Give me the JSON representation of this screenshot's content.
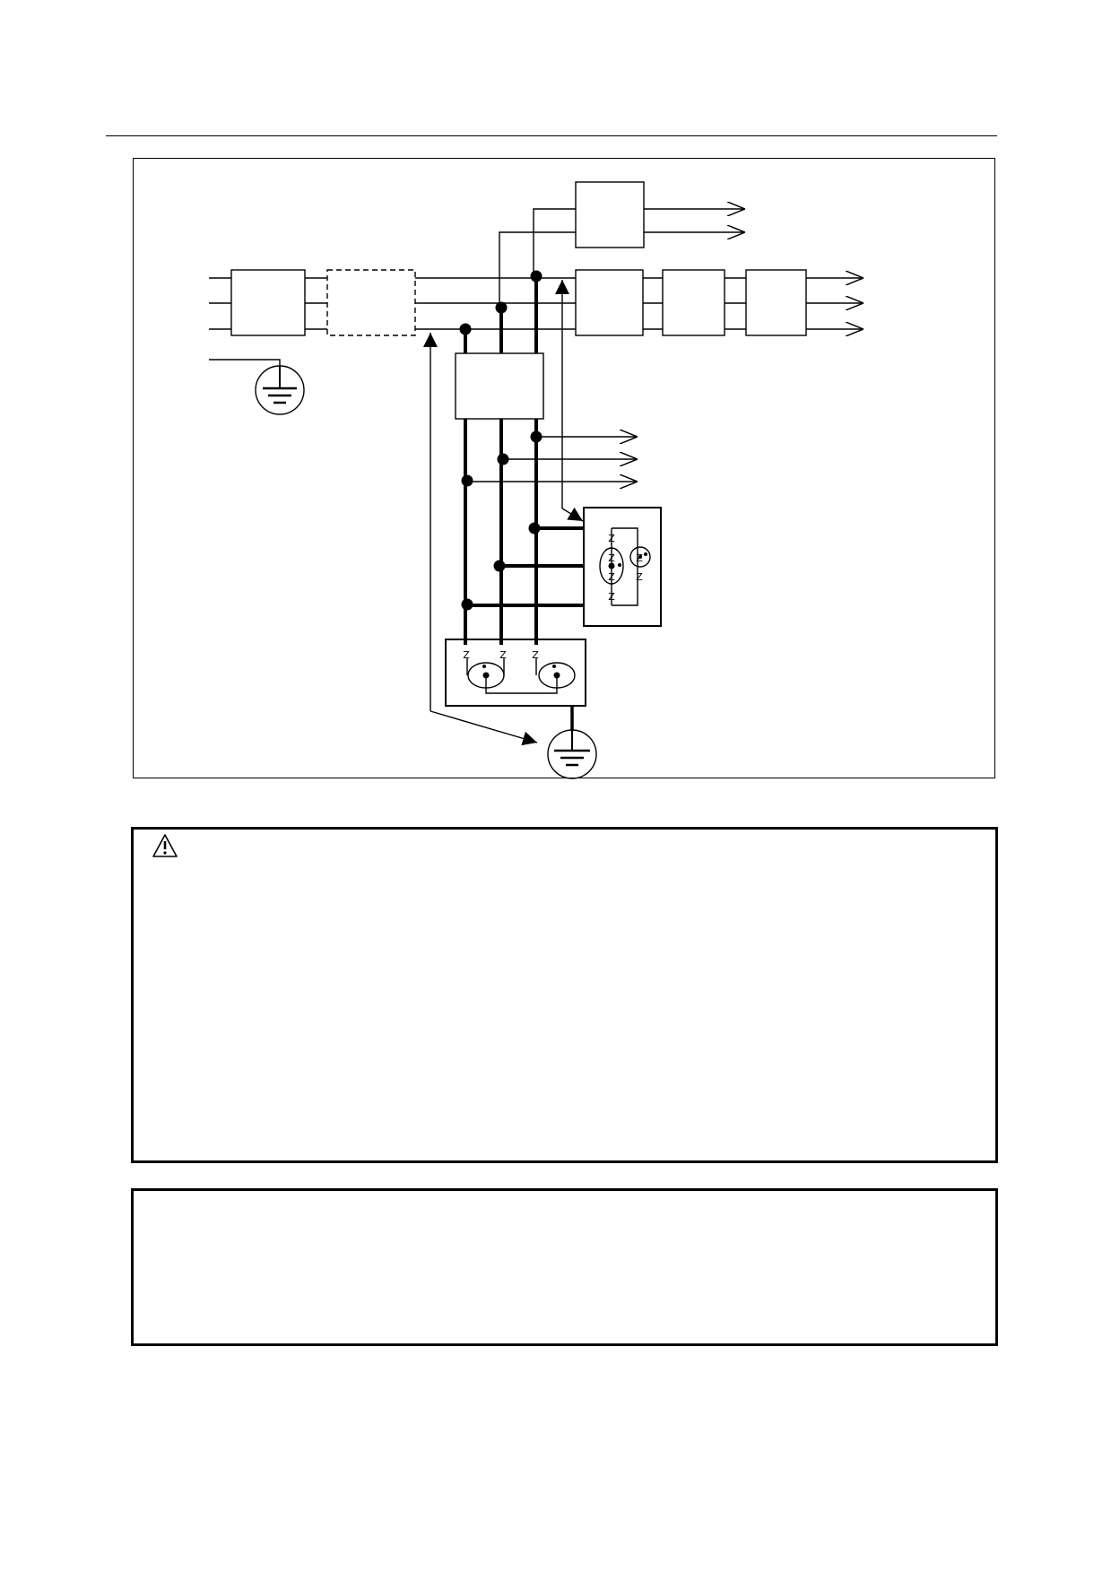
{
  "page": {
    "background": "#ffffff",
    "ink": "#000000"
  },
  "diagram": {
    "terminal_labels": [
      "Z",
      "Z",
      "Z",
      "Z",
      "Z",
      "Z",
      "Z",
      "Z",
      "Z"
    ]
  },
  "warning_box": {
    "icon": "warning-triangle-icon"
  },
  "note_box": {}
}
